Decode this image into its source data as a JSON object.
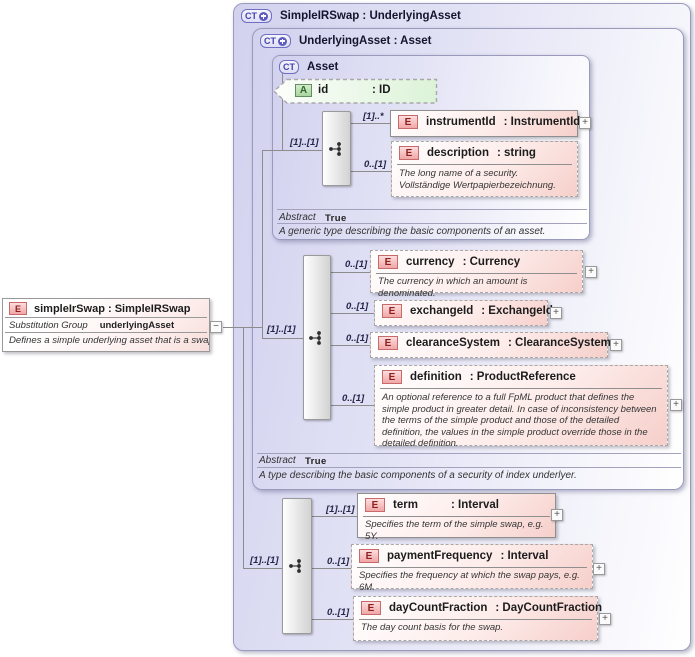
{
  "icons": {
    "complex_type_badge": "CT",
    "element_badge": "E",
    "attribute_badge": "A",
    "expand": "+",
    "collapse": "−"
  },
  "colors": {
    "container_lavender": "#d2d2ef",
    "container_border": "#9a9abc",
    "element_pink": "#f6cfca",
    "attribute_green": "#def4da",
    "element_badge_fill": "#f1a7a7",
    "element_badge_text": "#8d1f1f",
    "complex_type_accent": "#5c5cc0",
    "connector_gray": "#8c8c8c"
  },
  "substituted_element": {
    "title": "simpleIrSwap : SimpleIRSwap",
    "substitution_group_label": "Substitution Group",
    "substitution_group_value": "underlyingAsset",
    "annotation": "Defines a simple underlying asset that is a swap."
  },
  "simple_ir_swap": {
    "title": "SimpleIRSwap : UnderlyingAsset",
    "sequence_cardinality": "[1]..[1]",
    "elements": {
      "term": {
        "name": "term",
        "type": ": Interval",
        "cardinality": "[1]..[1]",
        "annotation": "Specifies the term of the simple swap, e.g. 5Y."
      },
      "payment_frequency": {
        "name": "paymentFrequency",
        "type": ": Interval",
        "cardinality": "0..[1]",
        "annotation": "Specifies the frequency at which the swap pays, e.g. 6M."
      },
      "day_count_fraction": {
        "name": "dayCountFraction",
        "type": ": DayCountFraction",
        "cardinality": "0..[1]",
        "annotation": "The day count basis for the swap."
      }
    }
  },
  "underlying_asset": {
    "title": "UnderlyingAsset : Asset",
    "sequence_cardinality": "[1]..[1]",
    "abstract_label": "Abstract",
    "abstract_value": "True",
    "annotation": "A type describing the basic components of a security of index underlyer.",
    "elements": {
      "currency": {
        "name": "currency",
        "type": ": Currency",
        "cardinality": "0..[1]",
        "annotation": "The currency in which an amount is denominated."
      },
      "exchange_id": {
        "name": "exchangeId",
        "type": ": ExchangeId",
        "cardinality": "0..[1]"
      },
      "clearance_system": {
        "name": "clearanceSystem",
        "type": ": ClearanceSystem",
        "cardinality": "0..[1]"
      },
      "definition": {
        "name": "definition",
        "type": ": ProductReference",
        "cardinality": "0..[1]",
        "annotation": "An optional reference to a full FpML product that defines the simple product in greater detail. In case of inconsistency between the terms of the simple product and those of the detailed definition, the values in the simple product override those in the detailed definition."
      }
    }
  },
  "asset": {
    "title": "Asset",
    "sequence_cardinality": "[1]..[1]",
    "abstract_label": "Abstract",
    "abstract_value": "True",
    "annotation": "A generic type describing the basic components of an asset.",
    "attribute": {
      "name": "id",
      "type": ": ID"
    },
    "elements": {
      "instrument_id": {
        "name": "instrumentId",
        "type": ": InstrumentId",
        "cardinality": "[1]..*"
      },
      "description": {
        "name": "description",
        "type": ": string",
        "cardinality": "0..[1]",
        "annotation": "The long name of a security.\nVollständige Wertpapierbezeichnung."
      }
    }
  }
}
